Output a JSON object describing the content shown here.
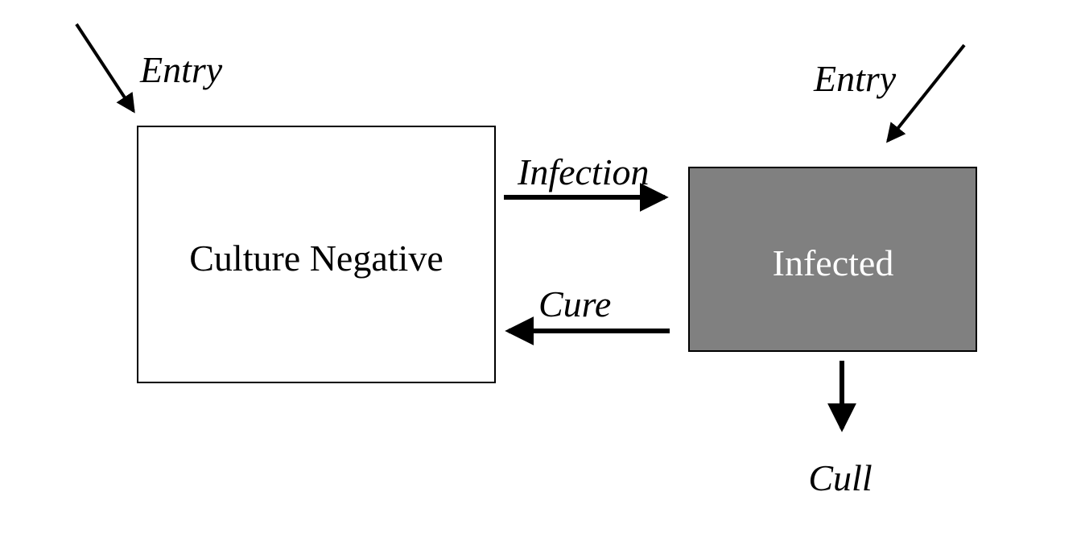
{
  "diagram": {
    "nodes": {
      "culture_negative": {
        "label": "Culture Negative",
        "fill": "#ffffff",
        "text_color": "#000000"
      },
      "infected": {
        "label": "Infected",
        "fill": "#808080",
        "text_color": "#ffffff"
      }
    },
    "edges": {
      "entry_left": {
        "label": "Entry",
        "to": "Culture Negative"
      },
      "entry_right": {
        "label": "Entry",
        "to": "Infected"
      },
      "infection": {
        "label": "Infection",
        "from": "Culture Negative",
        "to": "Infected"
      },
      "cure": {
        "label": "Cure",
        "from": "Infected",
        "to": "Culture Negative"
      },
      "cull": {
        "label": "Cull",
        "from": "Infected"
      }
    },
    "stroke_color": "#000000"
  }
}
